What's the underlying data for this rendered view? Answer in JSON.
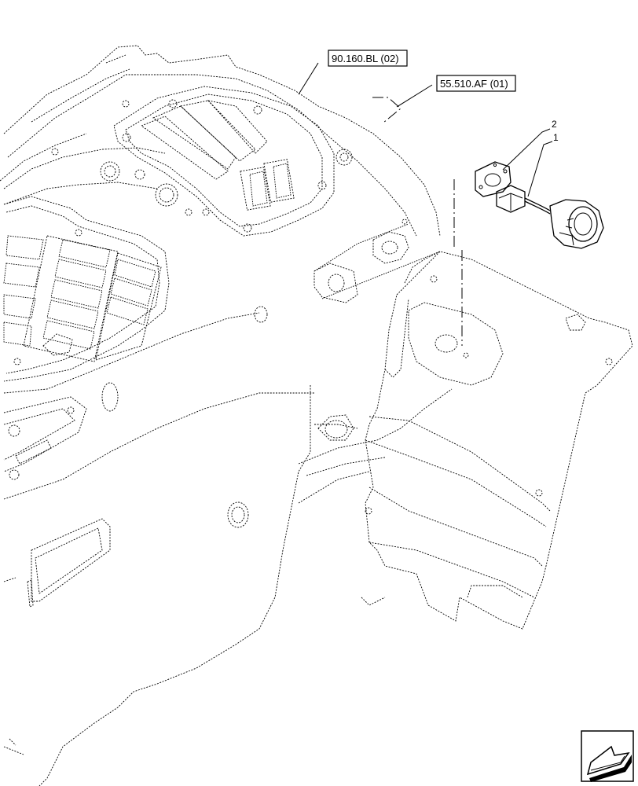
{
  "references": [
    {
      "id": "ref-90",
      "text": "90.160.BL (02)"
    },
    {
      "id": "ref-55",
      "text": "55.510.AF (01)"
    }
  ],
  "callouts": [
    {
      "id": "callout-2",
      "text": "2"
    },
    {
      "id": "callout-1",
      "text": "1"
    }
  ],
  "icons": {
    "nav": "next-page-arrow-icon"
  }
}
